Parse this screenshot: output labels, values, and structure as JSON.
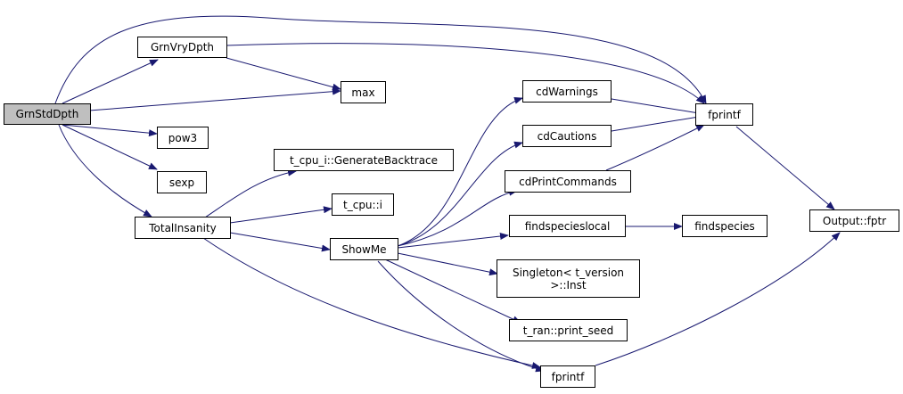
{
  "colors": {
    "edge": "#191970",
    "node_border": "#000000",
    "root_fill": "#bfbfbf",
    "node_fill": "#ffffff"
  },
  "nodes": {
    "grnstddpth": "GrnStdDpth",
    "grnvrydpth": "GrnVryDpth",
    "max": "max",
    "pow3": "pow3",
    "sexp": "sexp",
    "totalinsanity": "TotalInsanity",
    "generatebacktrace": "t_cpu_i::GenerateBacktrace",
    "t_cpu_i": "t_cpu::i",
    "showme": "ShowMe",
    "cdwarnings": "cdWarnings",
    "cdcautions": "cdCautions",
    "cdprintcommands": "cdPrintCommands",
    "findspecieslocal": "findspecieslocal",
    "findspecies": "findspecies",
    "singleton_line1": "Singleton< t_version",
    "singleton_line2": ">::Inst",
    "print_seed": "t_ran::print_seed",
    "fprintf_top": "fprintf",
    "fprintf_bottom": "fprintf",
    "output_fptr": "Output::fptr"
  }
}
